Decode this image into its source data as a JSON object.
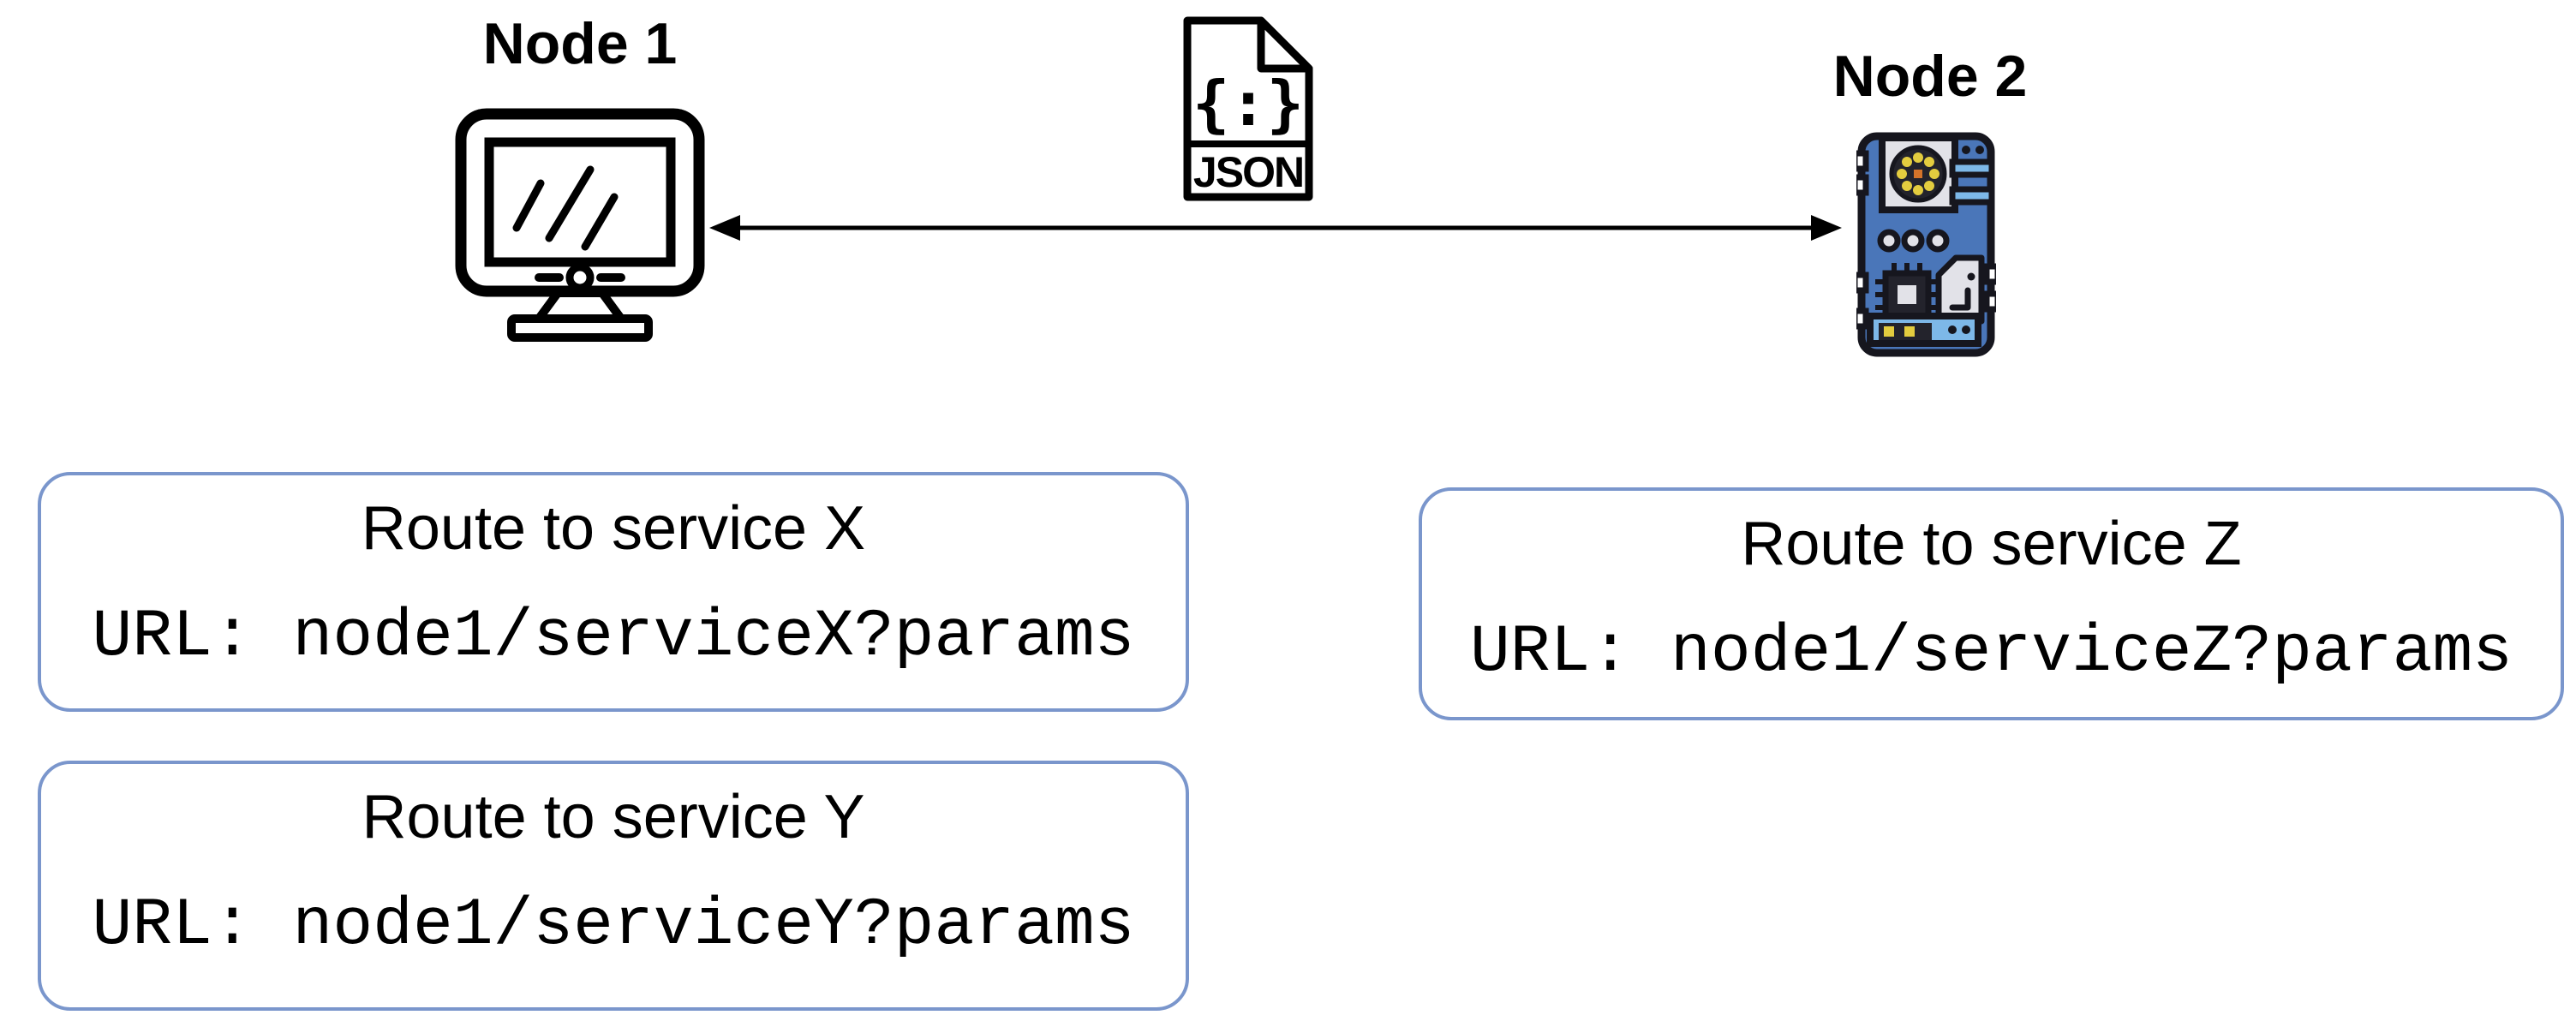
{
  "colors": {
    "box_border": "#7a96cc",
    "outline": "#16161e",
    "board_blue": "#4a76b9",
    "board_lightblue": "#7db8e8",
    "board_yellow": "#e3cc3f",
    "board_orange": "#d4732a",
    "board_gray": "#e2e2e8",
    "text": "#000000"
  },
  "nodes": {
    "node1": {
      "label": "Node 1",
      "icon": "monitor-icon"
    },
    "node2": {
      "label": "Node 2",
      "icon": "circuit-board-icon"
    }
  },
  "link": {
    "arrow": "double-headed-horizontal",
    "file_icon": "json-file-icon",
    "file_symbol": "{:}",
    "file_label": "JSON"
  },
  "boxes": {
    "x": {
      "title": "Route to service X",
      "url_label": "URL:",
      "url_value": "node1/serviceX?params"
    },
    "z": {
      "title": "Route to service Z",
      "url_label": "URL:",
      "url_value": "node1/serviceZ?params"
    },
    "y": {
      "title": "Route to service Y",
      "url_label": "URL:",
      "url_value": "node1/serviceY?params"
    }
  }
}
